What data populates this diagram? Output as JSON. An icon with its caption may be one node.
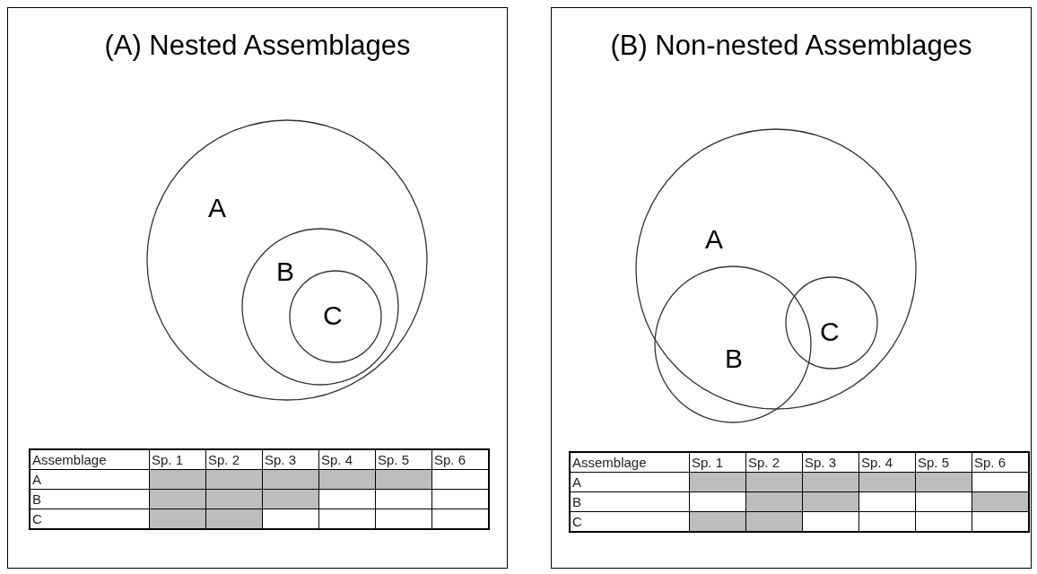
{
  "diagram": {
    "nodes": [
      {
        "text": [
          "(A) Nested Assemblages"
        ]
      },
      {
        "text": [
          "A"
        ],
        "in": 0
      },
      {
        "text": [
          "B"
        ],
        "in": 1
      },
      {
        "text": [
          "C"
        ],
        "in": 2
      },
      {
        "text": [
          "(B) Non-nested Assemblages"
        ]
      },
      {
        "text": [
          "A"
        ],
        "in": 4
      },
      {
        "text": [
          "B"
        ],
        "in": 4
      },
      {
        "text": [
          "C"
        ],
        "in": 5
      }
    ],
    "edges": [],
    "labels": [
      "Assemblage",
      "Sp. 1",
      "Sp. 2",
      "Sp. 3",
      "Sp. 4",
      "Sp. 5",
      "Sp. 6",
      "A",
      "B",
      "C",
      "Assemblage",
      "Sp. 1",
      "Sp. 2",
      "Sp. 3",
      "Sp. 4",
      "Sp. 5",
      "Sp. 6",
      "A",
      "B",
      "C"
    ]
  }
}
